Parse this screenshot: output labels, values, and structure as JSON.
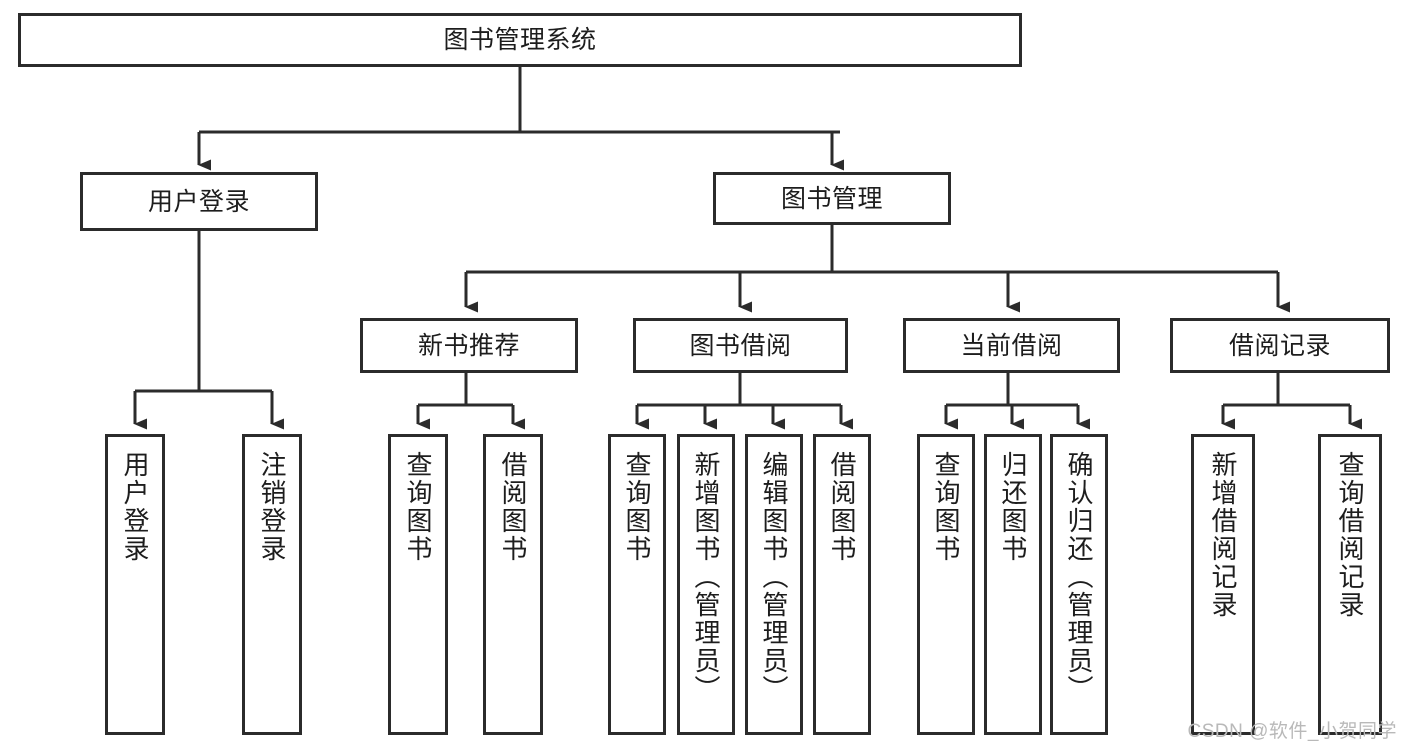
{
  "diagram": {
    "title": "图书管理系统",
    "type": "tree",
    "watermark": "CSDN @软件_小贺同学",
    "colors": {
      "box_border": "#2b2b2b",
      "box_fill": "#ffffff",
      "connector": "#2b2b2b",
      "text": "#1d1d1d",
      "watermark": "#b9b9b9",
      "background": "#ffffff"
    },
    "root": {
      "label": "图书管理系统"
    },
    "level2": [
      {
        "label": "用户登录"
      },
      {
        "label": "图书管理"
      }
    ],
    "level3": [
      {
        "label": "新书推荐",
        "parent": "图书管理"
      },
      {
        "label": "图书借阅",
        "parent": "图书管理"
      },
      {
        "label": "当前借阅",
        "parent": "图书管理"
      },
      {
        "label": "借阅记录",
        "parent": "图书管理"
      }
    ],
    "leaves": {
      "user_login": [
        {
          "label": "用户登录"
        },
        {
          "label": "注销登录"
        }
      ],
      "new_book_recommend": [
        {
          "label": "查询图书"
        },
        {
          "label": "借阅图书"
        }
      ],
      "book_borrow": [
        {
          "label": "查询图书"
        },
        {
          "label": "新增图书（管理员）"
        },
        {
          "label": "编辑图书（管理员）"
        },
        {
          "label": "借阅图书"
        }
      ],
      "current_borrow": [
        {
          "label": "查询图书"
        },
        {
          "label": "归还图书"
        },
        {
          "label": "确认归还（管理员）"
        }
      ],
      "borrow_record": [
        {
          "label": "新增借阅记录"
        },
        {
          "label": "查询借阅记录"
        }
      ]
    }
  }
}
